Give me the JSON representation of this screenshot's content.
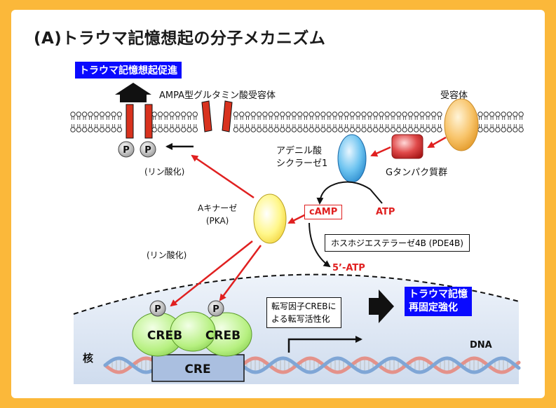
{
  "title": "(A)トラウマ記憶想起の分子メカニズム",
  "promote_label": "トラウマ記憶想起促進",
  "ampa_label": "AMPA型グルタミン酸受容体",
  "receptor_label": "受容体",
  "adenylyl_label_line1": "アデニル酸",
  "adenylyl_label_line2": "シクラーゼ1",
  "gprotein_label": "Gタンパク質群",
  "phospho_label_1": "(リン酸化)",
  "phospho_label_2": "(リン酸化)",
  "pka_label_line1": "Aキナーゼ",
  "pka_label_line2": "(PKA)",
  "camp_label": "cAMP",
  "atp_label": "ATP",
  "pde4b_label": "ホスホジエステラーゼ4B (PDE4B)",
  "atp5_label": "5’-ATP",
  "phospho_p": "P",
  "creb_label": "CREB",
  "cre_label": "CRE",
  "transcription_label_line1": "転写因子CREBに",
  "transcription_label_line2": "よる転写活性化",
  "reconsolidation_label_line1": "トラウマ記憶",
  "reconsolidation_label_line2": "再固定強化",
  "nucleus_label": "核",
  "dna_label": "DNA",
  "colors": {
    "frame": "#fbb83a",
    "blue_box": "#0a0aff",
    "arrow_red": "#e02020",
    "channel_red": "#d8321e",
    "creb_green": "#b6f080",
    "nucleus_blue": "#d6e2f2"
  }
}
